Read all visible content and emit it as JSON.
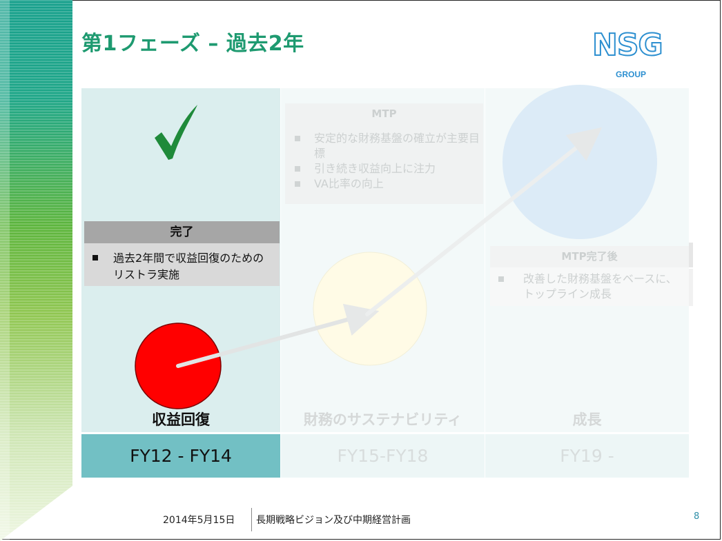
{
  "slide": {
    "title": "第1フェーズ – 過去2年",
    "logo": {
      "main": "NSG",
      "sub": "GROUP"
    }
  },
  "phase1": {
    "icon": "checkmark-icon",
    "status_header": "完了",
    "status_text": "過去2年間で収益回復のためのリストラ実施",
    "label": "収益回復",
    "period": "FY12 - FY14",
    "circle_color": "#ff0000"
  },
  "phase2": {
    "box_title": "MTP",
    "items": [
      "安定的な財務基盤の確立が主要目標",
      "引き続き収益向上に注力",
      "VA比率の向上"
    ],
    "label": "財務のサステナビリティ",
    "period": "FY15-FY18",
    "circle_color": "#fffbe6"
  },
  "phase3": {
    "box_title": "MTP完了後",
    "items": [
      "改善した財務基盤をベースに、トップライン成長"
    ],
    "label": "成長",
    "period": "FY19 -",
    "circle_color": "#dcebf7"
  },
  "footer": {
    "date": "2014年5月15日",
    "title": "長期戦略ビジョン及び中期経営計画",
    "page_number": "8"
  },
  "colors": {
    "title_green": "#1e9a70",
    "logo_blue": "#2c8fd0",
    "active_period_bg": "#72c0c4",
    "active_column_bg": "#dbeeee"
  }
}
